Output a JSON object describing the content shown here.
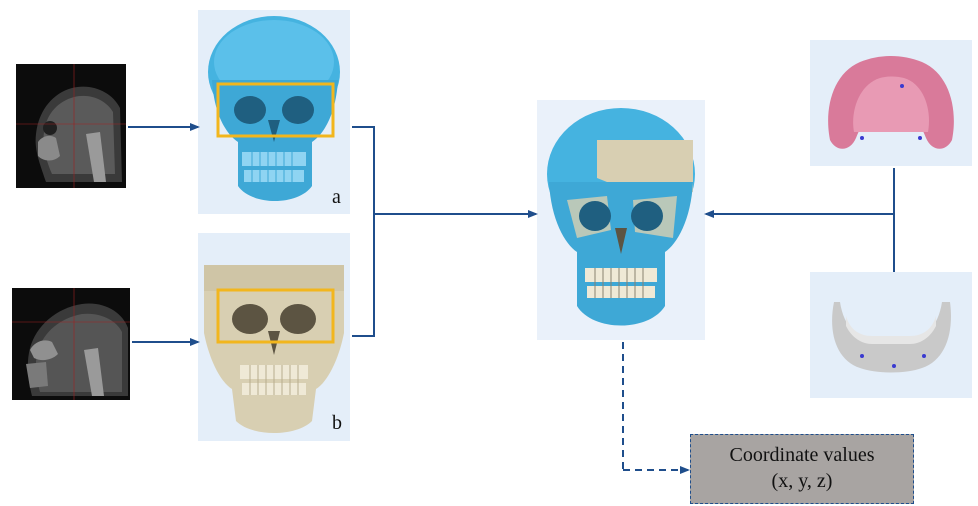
{
  "panels": {
    "a_label": "a",
    "b_label": "b"
  },
  "output": {
    "line1": "Coordinate values",
    "line2": "(x, y, z)"
  },
  "colors": {
    "arrow": "#1f4e8c",
    "skull_blue": "#45b3e0",
    "skull_bone": "#d8cfb2",
    "highlight_box": "#f2b61d",
    "maxilla_pink": "#d97a9a",
    "mandible_gray": "#c9c9c9",
    "output_fill": "#a8a4a2"
  },
  "icons": [
    "ct-scan-sagittal-a",
    "ct-scan-sagittal-b",
    "skull-blue-model",
    "skull-bone-model",
    "fused-skull-model",
    "maxillary-dentition-scan",
    "mandibular-dentition-scan"
  ]
}
